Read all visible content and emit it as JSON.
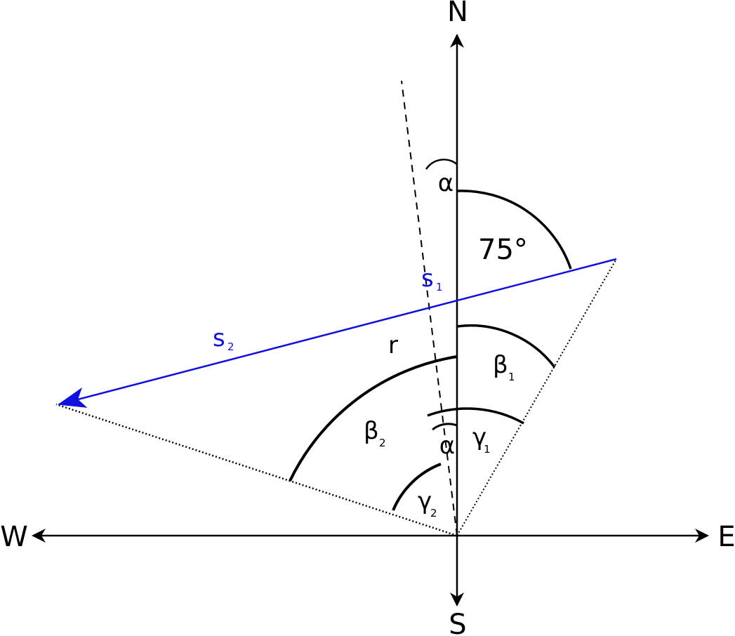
{
  "compass": {
    "north": "N",
    "south": "S",
    "west": "W",
    "east": "E"
  },
  "angles": {
    "heading": "75°",
    "alpha_top": "α",
    "alpha_bottom": "α",
    "beta": "β",
    "beta_1_sub": "1",
    "beta_2_sub": "2",
    "gamma": "γ",
    "gamma_1_sub": "1",
    "gamma_2_sub": "2"
  },
  "vectors": {
    "s": "s",
    "s1_sub": "1",
    "s2_sub": "2",
    "r": "r"
  },
  "colors": {
    "ink": "#000000",
    "vector": "#1010e0"
  }
}
